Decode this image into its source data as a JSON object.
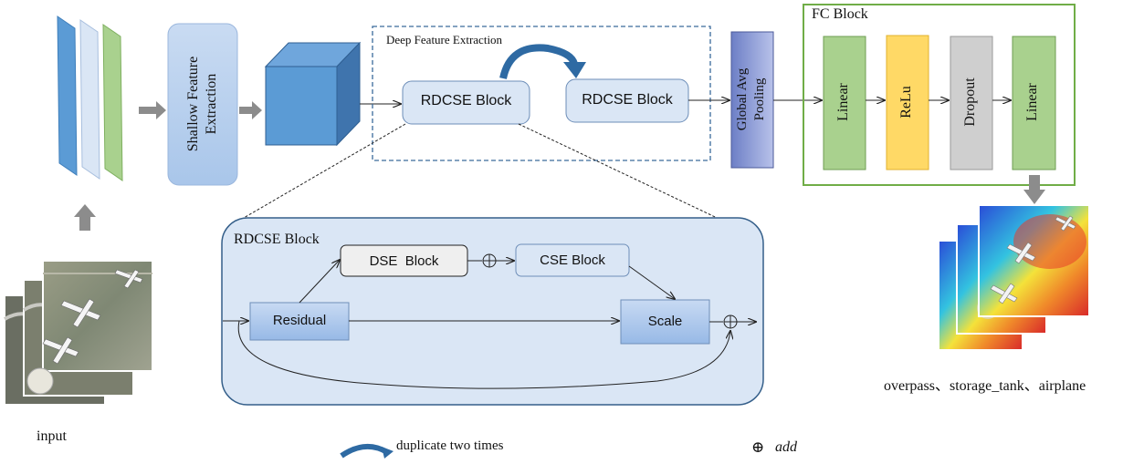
{
  "input": {
    "label": "input"
  },
  "shallow": {
    "line1": "Shallow Feature",
    "line2": "Extraction"
  },
  "deep": {
    "title": "Deep Feature Extraction",
    "block1": "RDCSE Block",
    "block2": "RDCSE Block"
  },
  "gap": {
    "line1": "Global Avg",
    "line2": "Pooling"
  },
  "fc": {
    "title": "FC Block",
    "layers": [
      "Linear",
      "ReLu",
      "Dropout",
      "Linear"
    ]
  },
  "output": {
    "label": "overpass、storage_tank、airplane"
  },
  "rdcse": {
    "title": "RDCSE Block",
    "residual": "Residual",
    "dse": "DSE  Block",
    "cse": "CSE Block",
    "scale": "Scale"
  },
  "legend": {
    "duplicate": "duplicate two times",
    "add_symbol": "⊕",
    "add": "add"
  },
  "colors": {
    "blue_dark": "#5b9bd5",
    "blue_light": "#dae6f5",
    "green": "#a9d18e",
    "yellow": "#ffd966",
    "gray": "#cfcfcf",
    "fc_border": "#70ad47",
    "gap_fill": "#8f9fd6"
  }
}
